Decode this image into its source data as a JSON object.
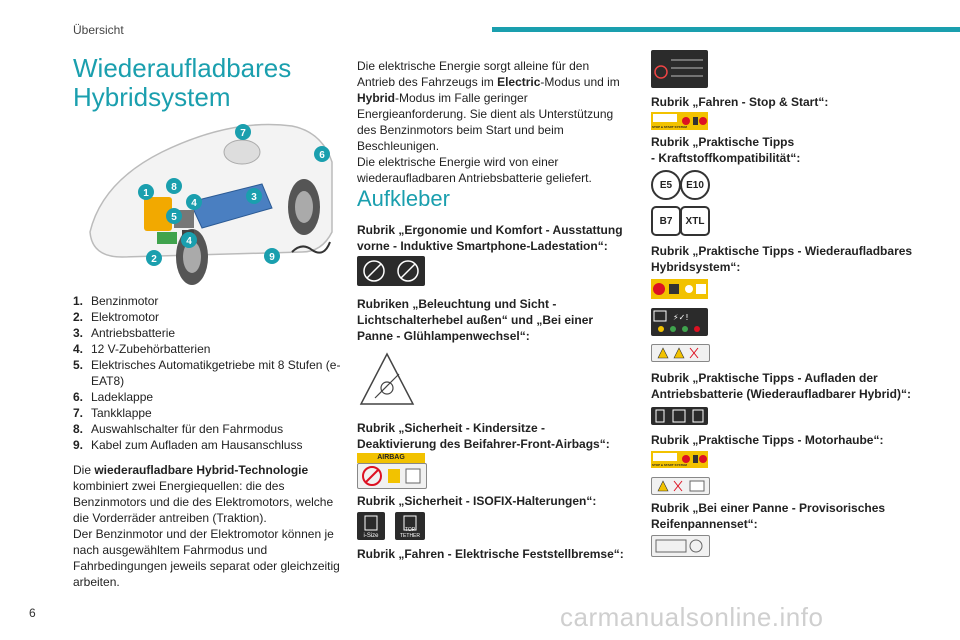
{
  "header": {
    "section": "Übersicht"
  },
  "page_number": "6",
  "watermark": "carmanualsonline.info",
  "main": {
    "title_line1": "Wiederaufladbares",
    "title_line2": "Hybridsystem",
    "callouts": [
      "1",
      "2",
      "3",
      "4",
      "4",
      "5",
      "6",
      "7",
      "8",
      "9"
    ],
    "legend": [
      {
        "n": "1.",
        "text": "Benzinmotor"
      },
      {
        "n": "2.",
        "text": "Elektromotor"
      },
      {
        "n": "3.",
        "text": "Antriebsbatterie"
      },
      {
        "n": "4.",
        "text": "12 V-Zubehörbatterien"
      },
      {
        "n": "5.",
        "text": "Elektrisches Automatikgetriebe mit 8 Stufen (e-EAT8)"
      },
      {
        "n": "6.",
        "text": "Ladeklappe"
      },
      {
        "n": "7.",
        "text": "Tankklappe"
      },
      {
        "n": "8.",
        "text": "Auswahlschalter für den Fahrmodus"
      },
      {
        "n": "9.",
        "text": "Kabel zum Aufladen am Hausanschluss"
      }
    ],
    "para1_a": "Die ",
    "para1_bold": "wiederaufladbare Hybrid-Technologie",
    "para1_b": " kombiniert zwei Energiequellen: die des Benzinmotors und die des Elektromotors, welche die Vorderräder antreiben (Traktion).",
    "para1_c": "Der Benzinmotor und der Elektromotor können je nach ausgewähltem Fahrmodus und Fahrbedingungen jeweils separat oder gleichzeitig arbeiten.",
    "para2_a": "Die elektrische Energie sorgt alleine für den Antrieb des Fahrzeugs im ",
    "para2_bold1": "Electric",
    "para2_b": "-Modus und im ",
    "para2_bold2": "Hybrid",
    "para2_c": "-Modus im Falle geringer Energieanforderung. Sie dient als Unterstützung des Benzinmotors beim Start und beim Beschleunigen.",
    "para2_d": "Die elektrische Energie wird von einer wiederaufladbaren Antriebsbatterie geliefert.",
    "sticker_heading": "Aufkleber",
    "rubrics": {
      "r1": "Rubrik „Ergonomie und Komfort - Ausstattung vorne - Induktive Smartphone-Ladestation“:",
      "r2": "Rubriken „Beleuchtung und Sicht - Lichtschalterhebel außen“ und „Bei einer Panne - Glühlampenwechsel“:",
      "r3": "Rubrik „Sicherheit - Kindersitze - Deaktivierung des Beifahrer-Front-Airbags“:",
      "r4": "Rubrik „Sicherheit - ISOFIX-Halterungen“:",
      "r5": "Rubrik „Fahren - Elektrische Feststellbremse“:",
      "r6": "Rubrik „Fahren - Stop & Start“:",
      "r7a": "Rubrik „Praktische Tipps",
      "r7b": "- Kraftstoffkompatibilität“:",
      "r8": "Rubrik „Praktische Tipps - Wiederaufladbares Hybridsystem“:",
      "r9": "Rubrik „Praktische Tipps - Aufladen der Antriebsbatterie (Wiederaufladbarer Hybrid)“:",
      "r10": "Rubrik „Praktische Tipps - Motorhaube“:",
      "r11": "Rubrik „Bei einer Panne - Provisorisches Reifenpannenset“:"
    },
    "stickers": {
      "airbag": "AIRBAG",
      "isize": "i-Size",
      "top_tether": "TOP TETHER",
      "stop_start": "STOP & START SYSTEM",
      "fuel_e5": "E5",
      "fuel_e10": "E10",
      "fuel_b7": "B7",
      "fuel_xtl": "XTL"
    }
  },
  "colors": {
    "accent": "#1a9fae",
    "sticker_yellow": "#f2c200",
    "sticker_dark": "#2b2b2b"
  }
}
